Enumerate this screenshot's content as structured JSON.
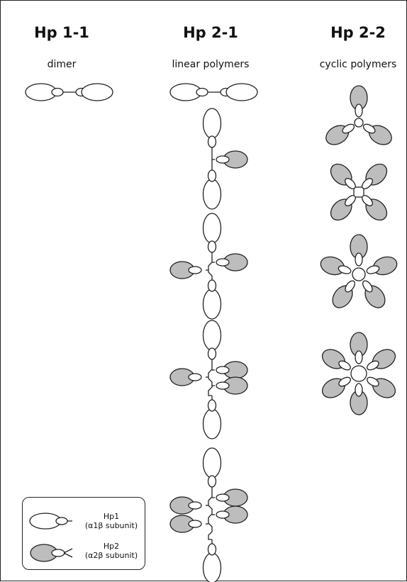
{
  "columns": [
    {
      "title": "Hp 1-1",
      "subtitle": "dimer"
    },
    {
      "title": "Hp 2-1",
      "subtitle": "linear polymers"
    },
    {
      "title": "Hp 2-2",
      "subtitle": "cyclic polymers"
    }
  ],
  "legend": {
    "hp1": {
      "name": "Hp1",
      "detail": "(α1β subunit)"
    },
    "hp2": {
      "name": "Hp2",
      "detail": "(α2β subunit)"
    }
  },
  "colors": {
    "light_subunit": "#ffffff",
    "dark_subunit": "#bdbdbd",
    "outline": "#222222"
  }
}
